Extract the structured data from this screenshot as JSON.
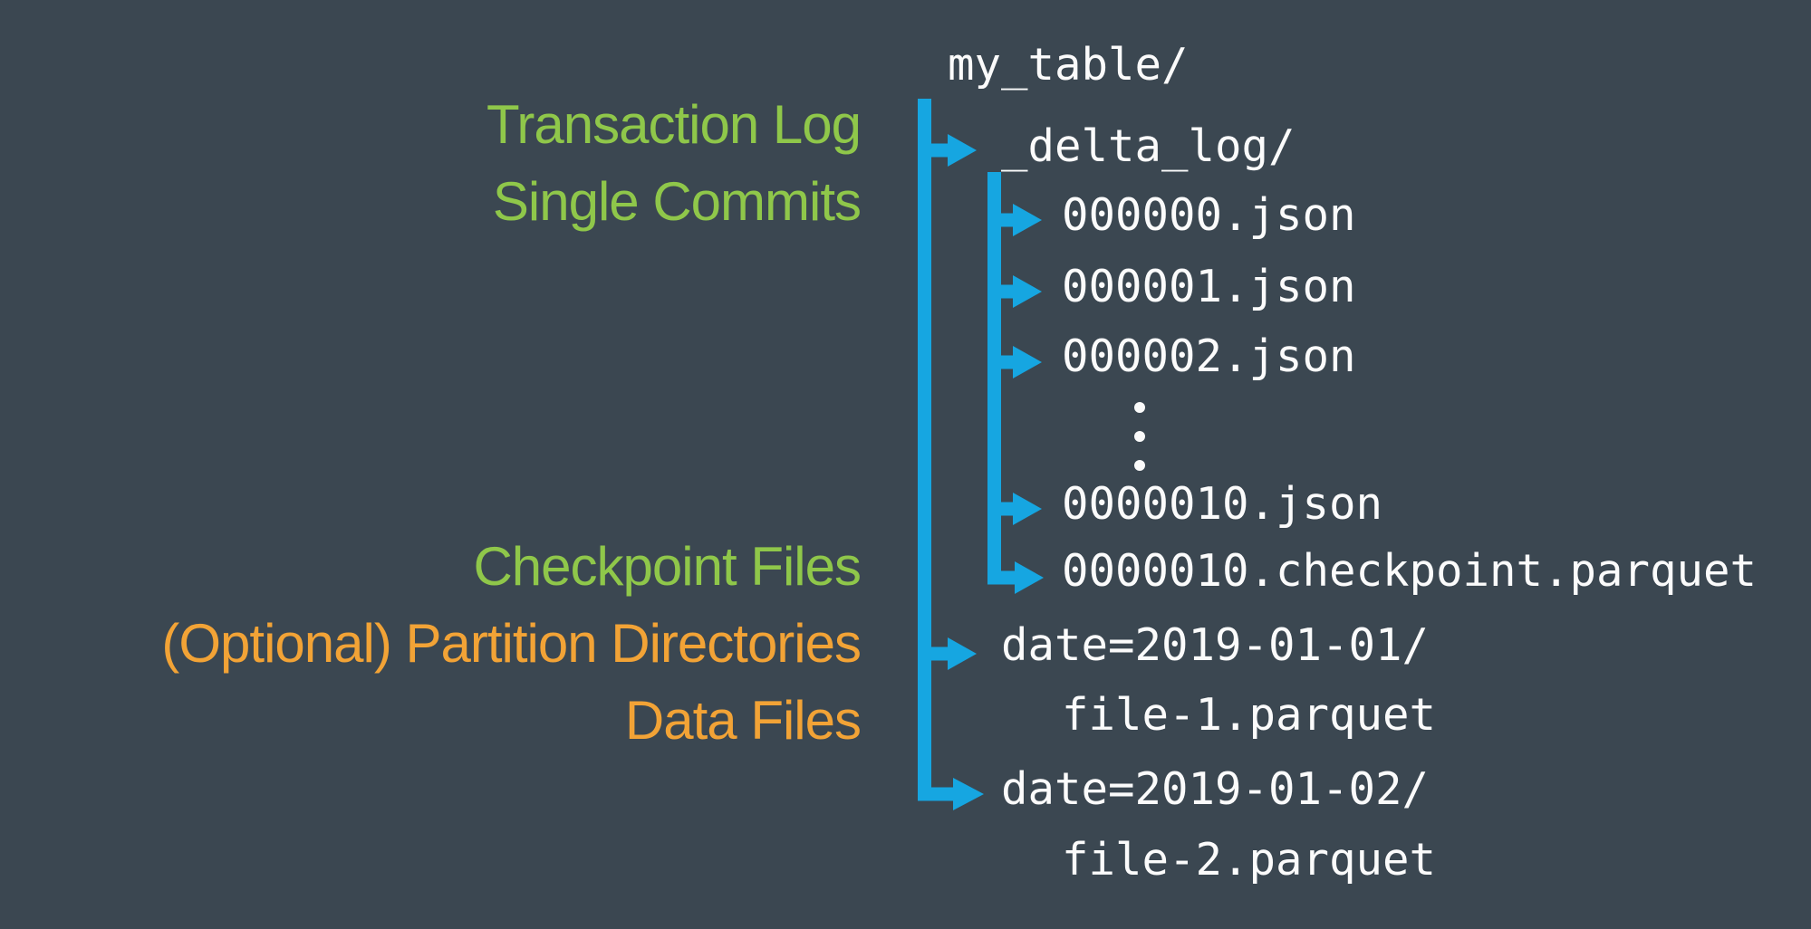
{
  "colors": {
    "background": "#3B4751",
    "blue": "#16A6E1",
    "green": "#8FC74A",
    "orange": "#F2A336",
    "white": "#FBFBFB"
  },
  "labels": {
    "transaction_log": "Transaction Log",
    "single_commits": "Single Commits",
    "checkpoint_files": "Checkpoint Files",
    "partition_directories": "(Optional) Partition Directories",
    "data_files": "Data Files"
  },
  "tree": {
    "root": "my_table/",
    "delta_log_dir": "_delta_log/",
    "commits": [
      "000000.json",
      "000001.json",
      "000002.json"
    ],
    "ellipsis_icon": "vertical-ellipsis",
    "later_commit": "0000010.json",
    "checkpoint": "0000010.checkpoint.parquet",
    "partitions": [
      {
        "dir": "date=2019-01-01/",
        "file": "file-1.parquet"
      },
      {
        "dir": "date=2019-01-02/",
        "file": "file-2.parquet"
      }
    ]
  }
}
